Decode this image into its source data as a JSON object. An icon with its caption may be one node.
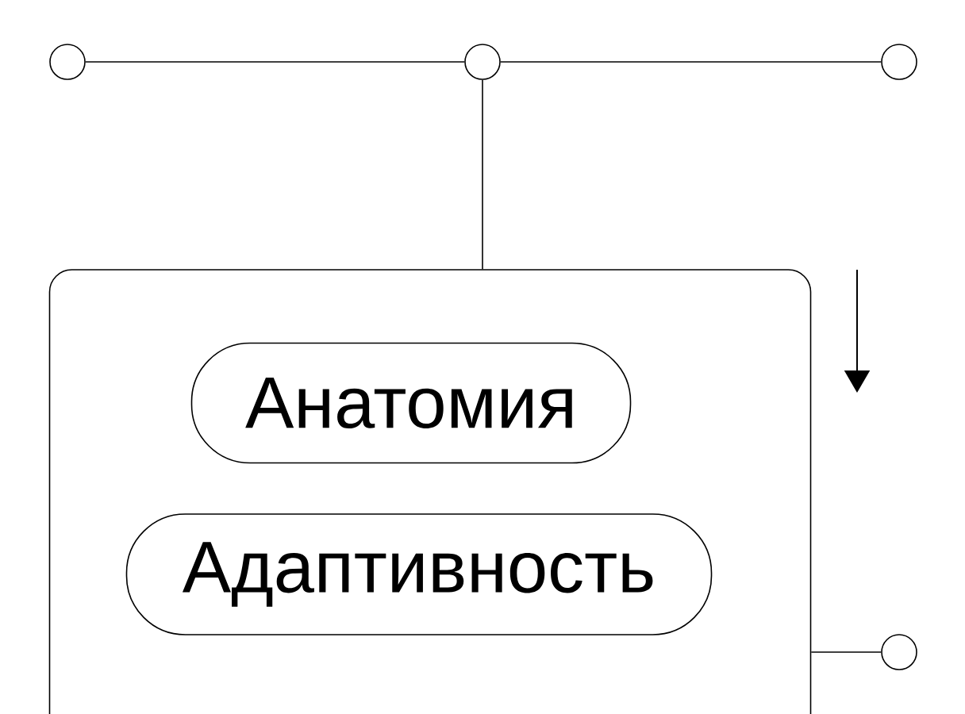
{
  "diagram": {
    "nodes": [
      {
        "text": [],
        "shape": "circle"
      },
      {
        "text": [],
        "shape": "circle"
      },
      {
        "text": [],
        "shape": "circle"
      },
      {
        "text": [],
        "shape": "box"
      },
      {
        "text": [
          "Анатомия"
        ],
        "in": 3
      },
      {
        "text": [
          "Адаптивность"
        ],
        "in": 3
      },
      {
        "text": [],
        "shape": "circle"
      }
    ],
    "edges": [
      {
        "from": 0,
        "to": 1,
        "arrow": "none"
      },
      {
        "from": 1,
        "to": 2,
        "arrow": "none"
      },
      {
        "from": 1,
        "to": 3,
        "arrow": "none"
      },
      {
        "from": 3,
        "to": 6,
        "arrow": "none"
      }
    ]
  }
}
